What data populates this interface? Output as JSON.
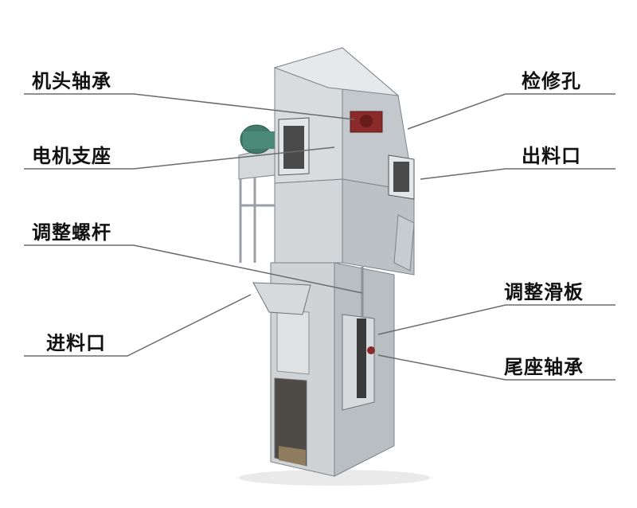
{
  "labels": {
    "head_bearing": "机头轴承",
    "motor_base": "电机支座",
    "adjust_screw": "调整螺杆",
    "feed_inlet": "进料口",
    "inspection_hole": "检修孔",
    "discharge_outlet": "出料口",
    "adjust_slide": "调整滑板",
    "tail_bearing": "尾座轴承"
  },
  "colors": {
    "leader_line": "#6b6b6b",
    "machine_body": "#c9ced2",
    "machine_light": "#e4e7ea",
    "machine_dark": "#8e9499",
    "motor_green": "#3f7a6a",
    "bearing_red": "#8a2a2a"
  }
}
